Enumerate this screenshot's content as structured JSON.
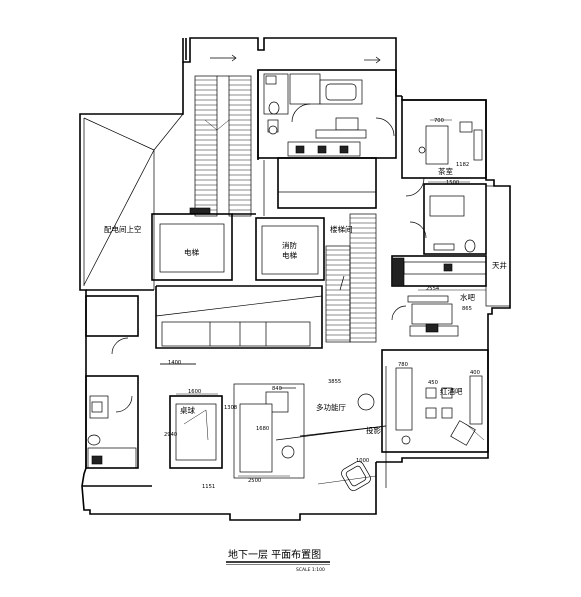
{
  "rooms": {
    "distribution_room": "配电间上空",
    "elevator": "电梯",
    "fire_elevator_line1": "消防",
    "fire_elevator_line2": "电梯",
    "stairwell": "楼梯间",
    "tea_room": "茶室",
    "skylight_well": "天井",
    "water_bar": "水吧",
    "billiards": "桌球",
    "multipurpose_hall": "多功能厅",
    "projection": "投影",
    "wine_bar": "红酒吧"
  },
  "dimensions": {
    "d700": "700",
    "d1182": "1182",
    "d1500": "1500",
    "d2554": "2554",
    "d865": "865",
    "d1400": "1400",
    "d1600": "1600",
    "d3855": "3855",
    "d1308": "1308",
    "d840": "840",
    "d1680": "1680",
    "d2500": "2500",
    "d2940": "2940",
    "d780": "780",
    "d450": "450",
    "d400": "400",
    "d1151": "1151",
    "d1000": "1000"
  },
  "footer": {
    "title": "地下一层  平面布置图",
    "scale": "SCALE   1:100"
  }
}
